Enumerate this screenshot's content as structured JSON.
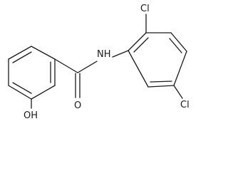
{
  "molecule": {
    "atom_labels": {
      "cl_top": "Cl",
      "cl_bottom": "Cl",
      "nh": "NH",
      "o": "O",
      "oh": "OH"
    }
  }
}
